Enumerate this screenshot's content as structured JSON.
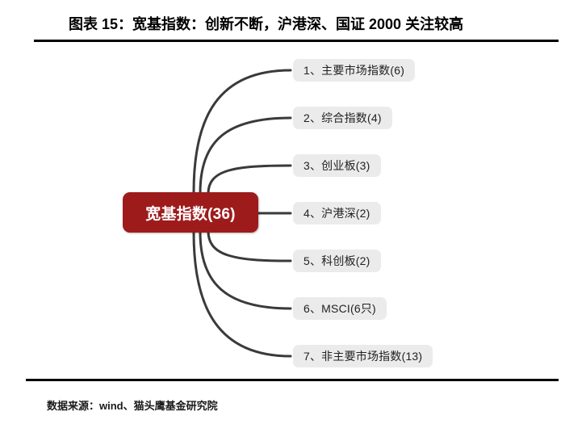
{
  "figure": {
    "title": "图表 15：宽基指数：创新不断，沪港深、国证 2000 关注较高",
    "source_note": "数据来源：wind、猫头鹰基金研究院",
    "accent_color": "#9e1b1c",
    "node_fill_color": "#ebebeb",
    "connector_color": "#3a3a3a"
  },
  "mindmap": {
    "type": "mindmap",
    "root": {
      "label": "宽基指数(36)",
      "count": 36
    },
    "branches": [
      {
        "index": "1",
        "label": "1、主要市场指数(6)",
        "name": "主要市场指数",
        "count": 6
      },
      {
        "index": "2",
        "label": "2、综合指数(4)",
        "name": "综合指数",
        "count": 4
      },
      {
        "index": "3",
        "label": "3、创业板(3)",
        "name": "创业板",
        "count": 3
      },
      {
        "index": "4",
        "label": "4、沪港深(2)",
        "name": "沪港深",
        "count": 2
      },
      {
        "index": "5",
        "label": "5、科创板(2)",
        "name": "科创板",
        "count": 2
      },
      {
        "index": "6",
        "label": "6、MSCI(6只)",
        "name": "MSCI",
        "count": 6
      },
      {
        "index": "7",
        "label": "7、非主要市场指数(13)",
        "name": "非主要市场指数",
        "count": 13
      }
    ]
  }
}
